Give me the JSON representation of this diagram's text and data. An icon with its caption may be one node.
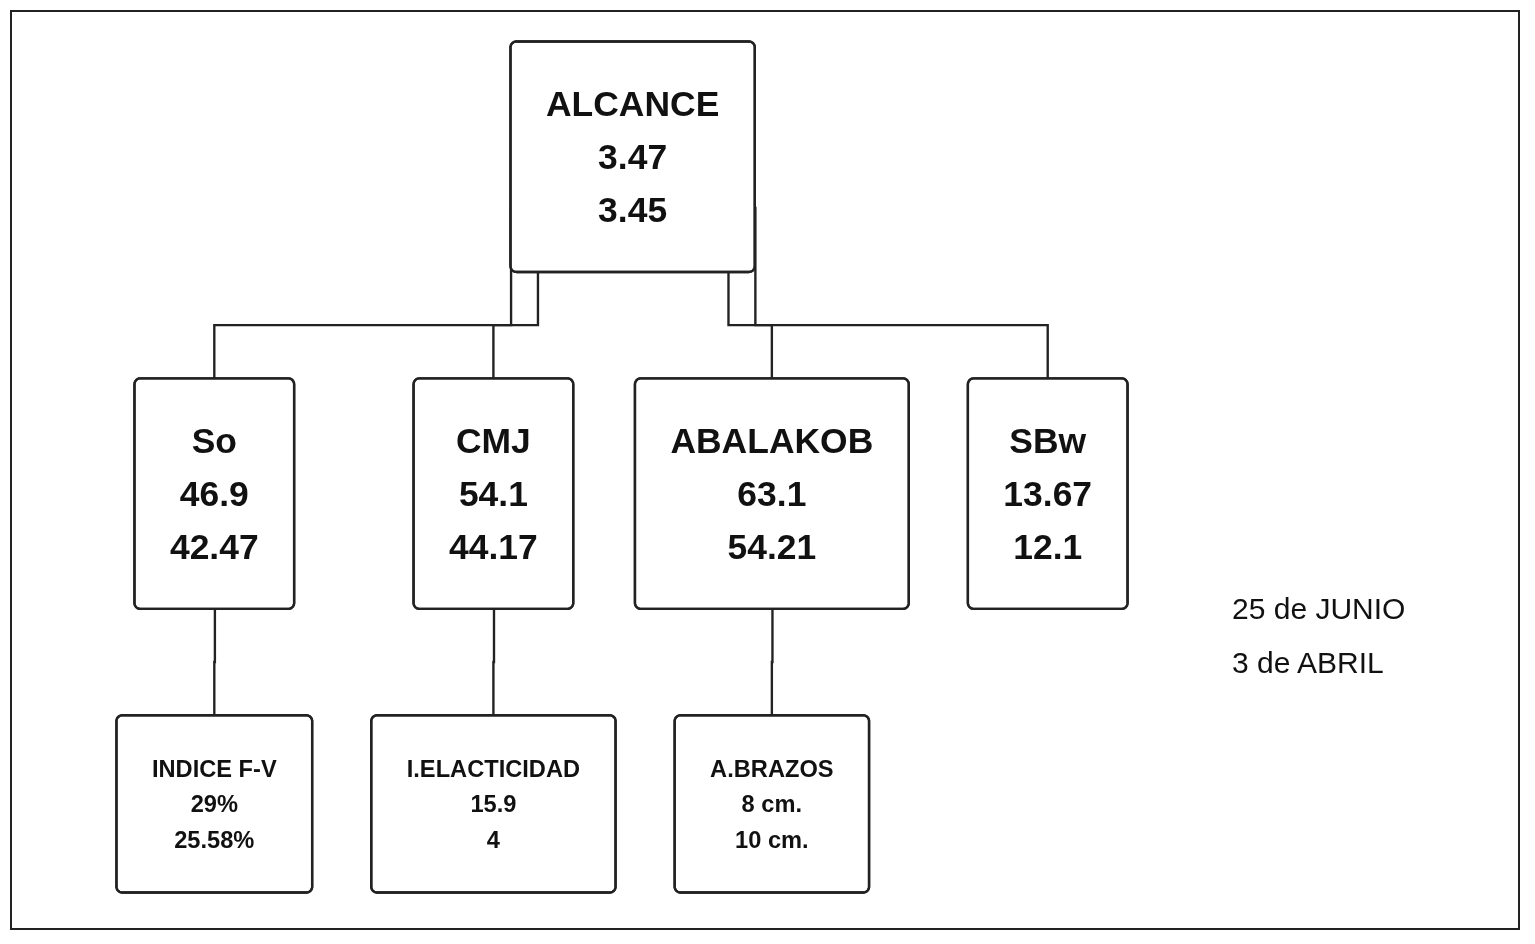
{
  "diagram": {
    "nodes": [
      {
        "text": [
          "ALCANCE",
          "3.47",
          "3.45"
        ]
      },
      {
        "text": [
          "So",
          "46.9",
          "42.47"
        ]
      },
      {
        "text": [
          "CMJ",
          "54.1",
          "44.17"
        ]
      },
      {
        "text": [
          "ABALAKOB",
          "63.1",
          "54.21"
        ]
      },
      {
        "text": [
          "SBw",
          "13.67",
          "12.1"
        ]
      },
      {
        "text": [
          "INDICE F-V",
          "29%",
          "25.58%"
        ]
      },
      {
        "text": [
          "I.ELACTICIDAD",
          "15.9",
          "4"
        ]
      },
      {
        "text": [
          "A.BRAZOS",
          "8 cm.",
          "10 cm."
        ]
      }
    ],
    "edges": [
      {
        "from": 0,
        "to": 1,
        "arrow": "none"
      },
      {
        "from": 0,
        "to": 2,
        "arrow": "none"
      },
      {
        "from": 0,
        "to": 3,
        "arrow": "none"
      },
      {
        "from": 0,
        "to": 4,
        "arrow": "none"
      },
      {
        "from": 1,
        "to": 5,
        "arrow": "none"
      },
      {
        "from": 2,
        "to": 6,
        "arrow": "none"
      },
      {
        "from": 3,
        "to": 7,
        "arrow": "none"
      }
    ],
    "labels": [
      "25 de JUNIO",
      "3 de ABRIL"
    ]
  }
}
